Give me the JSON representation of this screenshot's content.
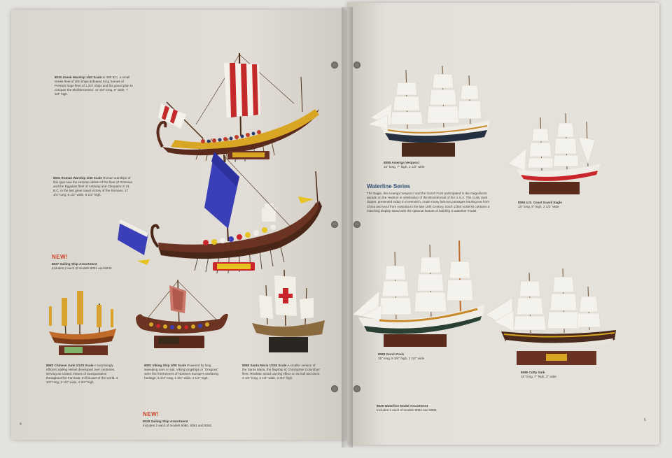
{
  "left_page": {
    "greek": {
      "title": "8032 Greek Warship 1/40 Scale",
      "text": "In 480 B.C. a small Greek fleet of 300 ships defeated King Xerxes of Persia's huge fleet of 1,207 ships and his grand plan to conquer the Mediterranean. 17 3/4\" long, 9\" wide, 7 3/4\" high."
    },
    "roman": {
      "title": "8031 Roman Warship 1/40 Scale",
      "text": "Roman warships of this type saw the surprise defeat of the fleet of Octavian and the Egyptian fleet of Anthony and Cleopatra in 31 B.C. in the last great naval victory of the Romans. 17 3/4\" long, 9 1/2\" wide, 9 1/2\" high."
    },
    "new1": "NEW!",
    "assort1": {
      "title": "8027 Sailing Ship Assortment",
      "text": "Includes 2 each of models 8031 and 8032."
    },
    "junk": {
      "title": "8082 Chinese Junk 1/125 Scale",
      "text": "A surprisingly efficient sailing vessel developed over centuries, serving as a basic means of transportation throughout the Far East. In this part of the world. 4 3/4\" long, 3 1/2\" wide, 4 3/4\" high."
    },
    "viking": {
      "title": "8081 Viking Ship 1/90 Scale",
      "text": "Powered by long sweeping oars or sail, Viking longships or \"Dragons\" were the forerunners of Northern Europe's seafaring heritage. 5 3/4\" long, 1 3/4\" wide, 4 1/2\" high."
    },
    "santa": {
      "title": "8080 Santa Maria 1/225 Scale",
      "text": "A smaller version of the Santa Maria, the flagship of Christopher Columbus' fleet. Realistic wood carving effect on its hull and deck. 3 1/4\" long, 2 1/4\" wide, 3 3/4\" high."
    },
    "new2": "NEW!",
    "assort2": {
      "title": "8025 Sailing Ship Assortment",
      "text": "Includes 2 each of models 8080, 8081 and 8082."
    },
    "page_number": "4"
  },
  "right_page": {
    "bounty": {
      "title": "8085 Ameriga Vespucci",
      "text": "15\" long, 7\" high, 2 1/2\" wide"
    },
    "eagle": {
      "title": "8084 U.S. Coast Guard Eagle",
      "text": "15\" long, 8\" high, 2 1/2\" wide"
    },
    "heading": "Waterline Series",
    "body": "The Eagle, the Ameriga Vespucci and the Gorch Fock participated in the magnificent parade on the Hudson in celebration of the Bicentennial of the U.S.A. The Cutty Sark clipper, presented today in Greenwich, made many famous passages hauling tea from China and wool from Australia in the late 19th Century. Each 1/350 scale kit contains a matching display stand with the optional feature of building a waterline model.",
    "gorch": {
      "title": "8083 Gorch Fock",
      "text": "15\" long, 8 3/4\" high, 2 1/2\" wide"
    },
    "cutty": {
      "title": "8086 Cutty Sark",
      "text": "15\" long, 7\" high, 2\" wide"
    },
    "assort": {
      "title": "8029 Waterline Model Assortment",
      "text": "Includes 2 each of models 8083 and 8085."
    },
    "page_number": "5"
  },
  "colors": {
    "paper": "#e2ded7",
    "new_red": "#c8452a",
    "heading_blue": "#2f4f77",
    "sail_blue": "#3a3fb8",
    "hull_brown": "#5a2a1c",
    "stand_brown": "#6a3222"
  }
}
